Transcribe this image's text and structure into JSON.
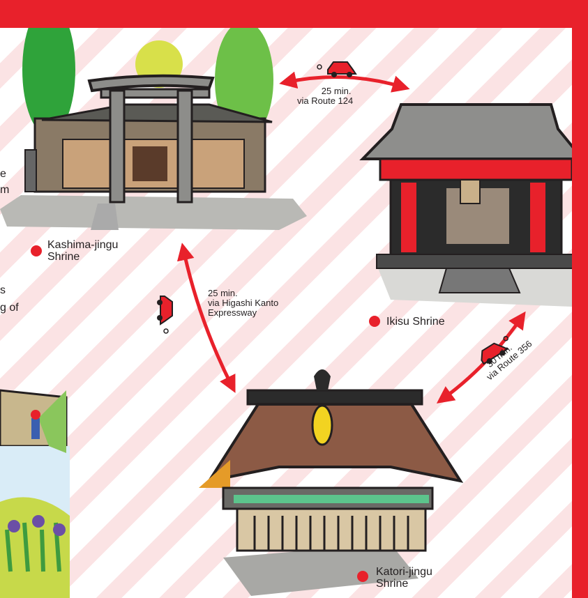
{
  "colors": {
    "frame": "#e8212b",
    "stripe": "#fbe3e4",
    "arrow": "#e8212b",
    "car": "#e8212b",
    "ink": "#231f20"
  },
  "shrines": {
    "kashima": {
      "line1": "Kashima-jingu",
      "line2": "Shrine"
    },
    "ikisu": {
      "label": "Ikisu Shrine"
    },
    "katori": {
      "line1": "Katori-jingu",
      "line2": "Shrine"
    }
  },
  "routes": {
    "kashima_ikisu": {
      "time": "25 min.",
      "via": "via Route 124"
    },
    "kashima_katori": {
      "time": "25 min.",
      "via1": "via Higashi Kanto",
      "via2": "Expressway"
    },
    "ikisu_katori": {
      "time": "30 min.",
      "via": "via Route 356"
    }
  },
  "cut_text": {
    "f1": "e",
    "f2": "m",
    "f3": "s",
    "f4": "g of"
  },
  "icons": [
    "car-icon",
    "location-dot-icon",
    "torii-gate-icon",
    "shrine-hall-icon"
  ]
}
